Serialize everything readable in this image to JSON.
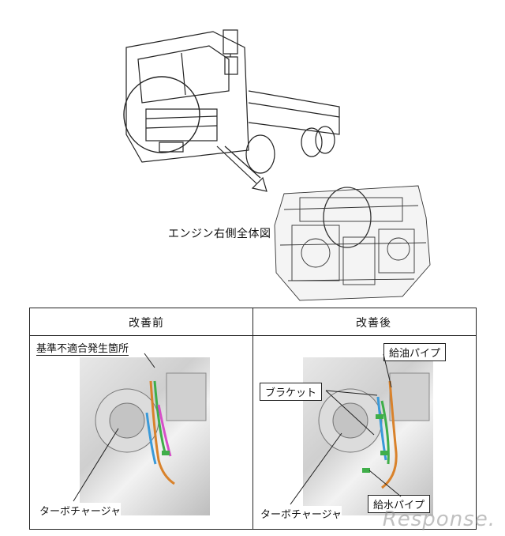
{
  "top": {
    "engine_caption": "エンジン右側全体図"
  },
  "table": {
    "header_before": "改善前",
    "header_after": "改善後"
  },
  "before": {
    "defect_location_label": "基準不適合発生箇所",
    "turbo_label": "ターボチャージャ"
  },
  "after": {
    "oil_pipe_label": "給油パイプ",
    "bracket_label": "ブラケット",
    "water_pipe_label": "給水パイプ",
    "turbo_label": "ターボチャージャ"
  },
  "watermark": "Response.",
  "colors": {
    "pipe_orange": "#d9822b",
    "pipe_green": "#3fae49",
    "pipe_magenta": "#d64fc8",
    "pipe_blue": "#3a9ad9",
    "pipe_yellow": "#e6d21f"
  }
}
